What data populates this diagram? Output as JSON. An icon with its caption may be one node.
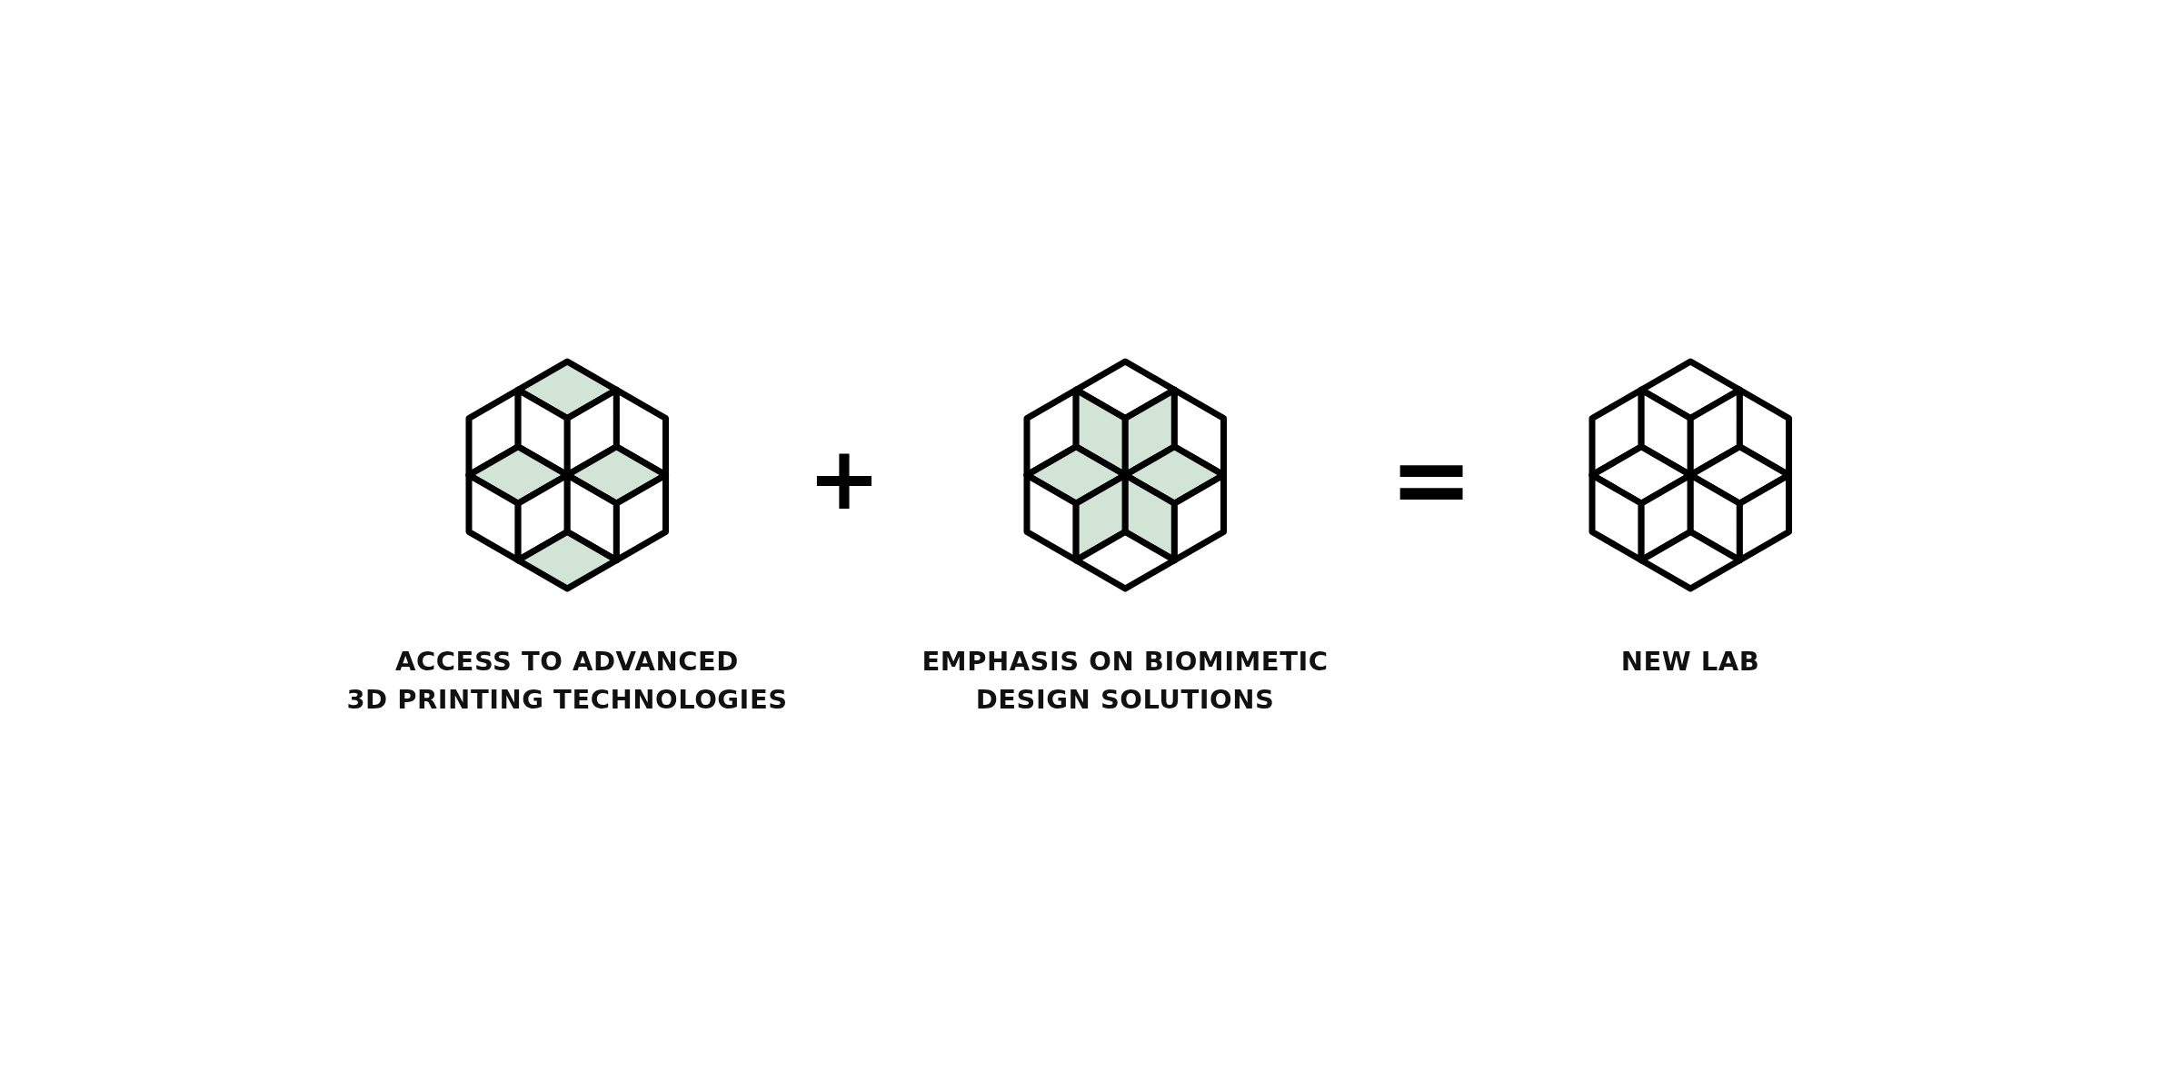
{
  "diagram": {
    "nodes": [
      {
        "text": [
          "ACCESS TO ADVANCED 3D PRINTING TECHNOLOGIES"
        ]
      },
      {
        "text": [
          "EMPHASIS ON BIOMIMETIC DESIGN SOLUTIONS"
        ]
      },
      {
        "text": [
          "NEW LAB"
        ]
      }
    ],
    "labels": [
      "+",
      "="
    ]
  }
}
